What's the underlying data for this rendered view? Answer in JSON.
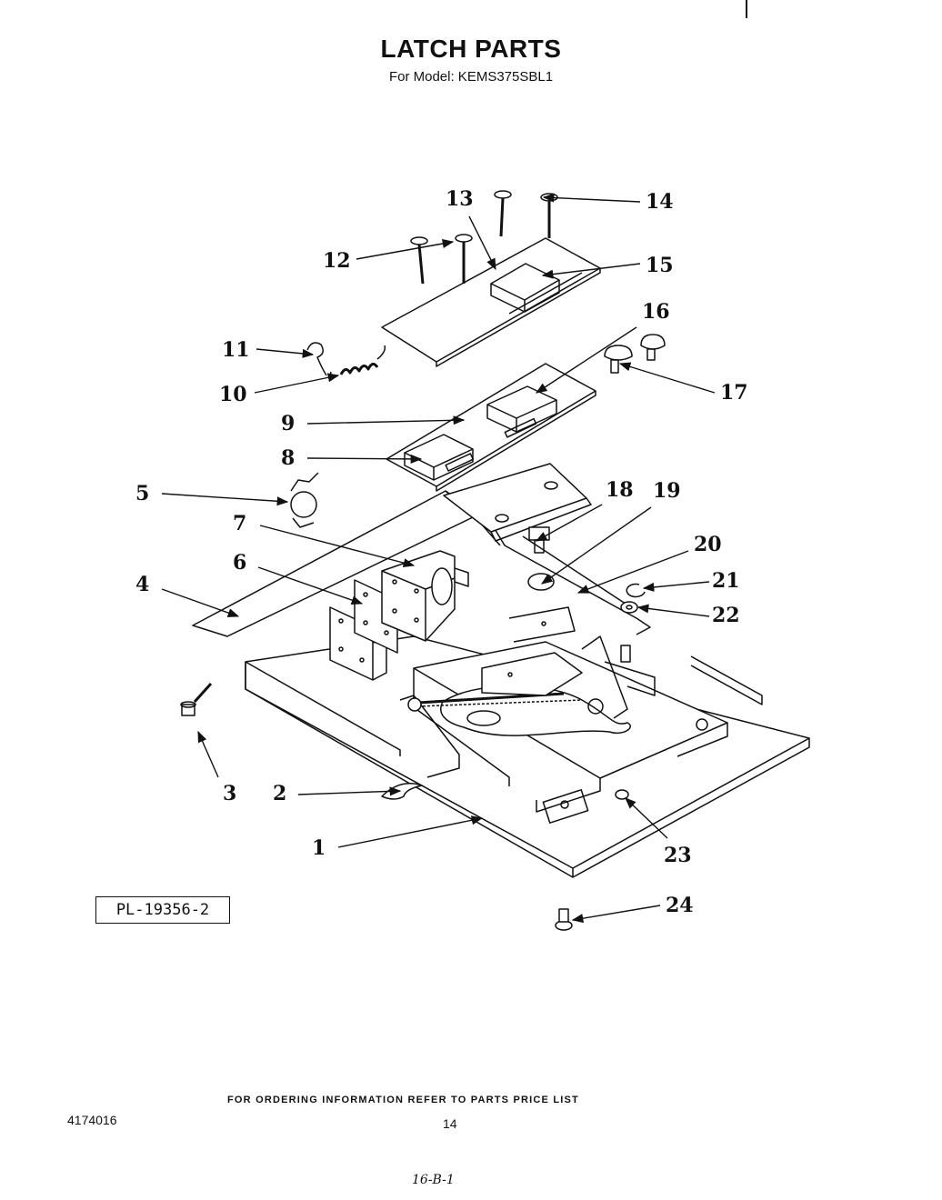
{
  "header": {
    "title": "LATCH PARTS",
    "subtitle": "For Model: KEMS375SBL1"
  },
  "diagram": {
    "plate_label": "PL-19356-2",
    "callouts": [
      {
        "id": "c1",
        "label": "1"
      },
      {
        "id": "c2",
        "label": "2"
      },
      {
        "id": "c3",
        "label": "3"
      },
      {
        "id": "c4",
        "label": "4"
      },
      {
        "id": "c5",
        "label": "5"
      },
      {
        "id": "c6",
        "label": "6"
      },
      {
        "id": "c7",
        "label": "7"
      },
      {
        "id": "c8",
        "label": "8"
      },
      {
        "id": "c9",
        "label": "9"
      },
      {
        "id": "c10",
        "label": "10"
      },
      {
        "id": "c11",
        "label": "11"
      },
      {
        "id": "c12",
        "label": "12"
      },
      {
        "id": "c13",
        "label": "13"
      },
      {
        "id": "c14",
        "label": "14"
      },
      {
        "id": "c15",
        "label": "15"
      },
      {
        "id": "c16",
        "label": "16"
      },
      {
        "id": "c17",
        "label": "17"
      },
      {
        "id": "c18",
        "label": "18"
      },
      {
        "id": "c19",
        "label": "19"
      },
      {
        "id": "c20",
        "label": "20"
      },
      {
        "id": "c21",
        "label": "21"
      },
      {
        "id": "c22",
        "label": "22"
      },
      {
        "id": "c23",
        "label": "23"
      },
      {
        "id": "c24",
        "label": "24"
      }
    ]
  },
  "footer": {
    "ordering_note": "FOR ORDERING INFORMATION REFER TO PARTS PRICE LIST",
    "document_number": "4174016",
    "page_number": "14",
    "handwritten_note": "16-B-1"
  }
}
